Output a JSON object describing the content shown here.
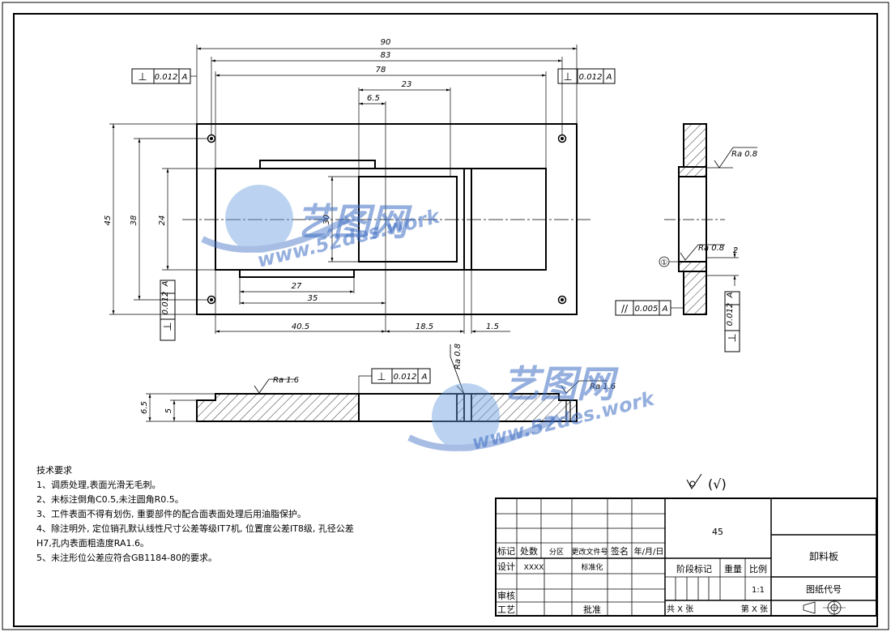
{
  "dims": {
    "top": {
      "d90": "90",
      "d83": "83",
      "d78": "78",
      "d23": "23",
      "d65": "6.5"
    },
    "left": {
      "d45": "45",
      "d38": "38",
      "d24": "24",
      "d30": "30"
    },
    "bottom": {
      "d27": "27",
      "d35": "35",
      "d405": "40.5",
      "d185": "18.5",
      "d15": "1.5"
    },
    "section": {
      "d65": "6.5",
      "d5": "5",
      "d2": "2"
    }
  },
  "tolerances": {
    "perp_top_left": {
      "symbol": "⊥",
      "value": "0.012",
      "datum": "A"
    },
    "perp_top_right": {
      "symbol": "⊥",
      "value": "0.012",
      "datum": "A"
    },
    "perp_left": {
      "symbol": "⊥",
      "value": "0.012",
      "datum": "A"
    },
    "perp_section": {
      "symbol": "⊥",
      "value": "0.012",
      "datum": "A"
    },
    "parallel_side": {
      "symbol": "//",
      "value": "0.005",
      "datum": "A"
    },
    "perp_side": {
      "symbol": "⊥",
      "value": "0.012",
      "datum": "A"
    }
  },
  "roughness": {
    "side_top": "Ra 0.8",
    "side_mid": "Ra 0.8",
    "section_left": "Ra 1.6",
    "section_mid": "Ra 0.8",
    "section_right": "Ra 1.6",
    "general": "(√)"
  },
  "side_datum_label": "①",
  "watermark": {
    "cn": "艺图网",
    "url": "www.52des.work"
  },
  "tech": {
    "title": "技术要求",
    "items": [
      "1、调质处理,表面光滑无毛刺。",
      "2、未标注倒角C0.5,未注圆角R0.5。",
      "3、工件表面不得有划伤, 重要部件的配合面表面处理后用油脂保护。",
      "4、除注明外, 定位销孔默认线性尺寸公差等级IT7机, 位置度公差IT8级, 孔径公差",
      "H7,孔内表面粗造度RA1.6。",
      "5、未注形位公差应符合GB1184-80的要求。"
    ]
  },
  "titleblock": {
    "material": "45",
    "name": "卸料板",
    "drawing_no_label": "图纸代号",
    "mark": "标记",
    "count": "处数",
    "zone": "分区",
    "change_doc": "更改文件号",
    "sign": "签名",
    "date": "年/月/日",
    "design": "设计",
    "design_value": "XXXX",
    "standard": "标准化",
    "stage": "阶段标记",
    "weight": "重量",
    "scale_label": "比例",
    "scale_value": "1:1",
    "review": "审核",
    "process": "工艺",
    "approve": "批准",
    "total_sheets": "共 X 张",
    "sheet_no": "第 X 张"
  }
}
